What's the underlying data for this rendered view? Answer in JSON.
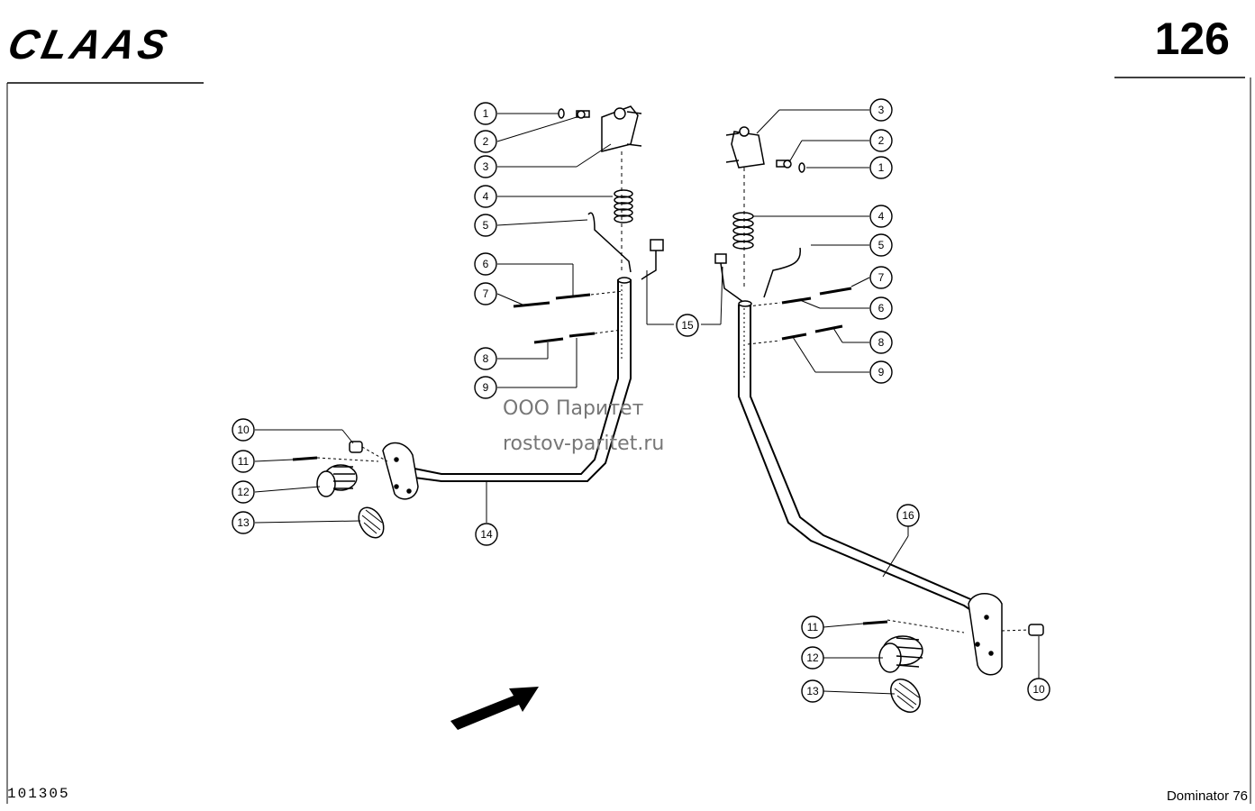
{
  "header": {
    "brand": "CLAAS",
    "page_number": "126"
  },
  "footer": {
    "document_number": "101305",
    "model": "Dominator 76"
  },
  "watermark": {
    "line1": "ООО Паритет",
    "line2": "rostov-paritet.ru"
  },
  "callouts": {
    "left": [
      "1",
      "2",
      "3",
      "4",
      "5",
      "6",
      "7",
      "8",
      "9",
      "10",
      "11",
      "12",
      "13",
      "14"
    ],
    "center": [
      "15"
    ],
    "right": [
      "3",
      "2",
      "1",
      "4",
      "5",
      "7",
      "6",
      "8",
      "9",
      "16",
      "11",
      "12",
      "13",
      "10"
    ]
  }
}
